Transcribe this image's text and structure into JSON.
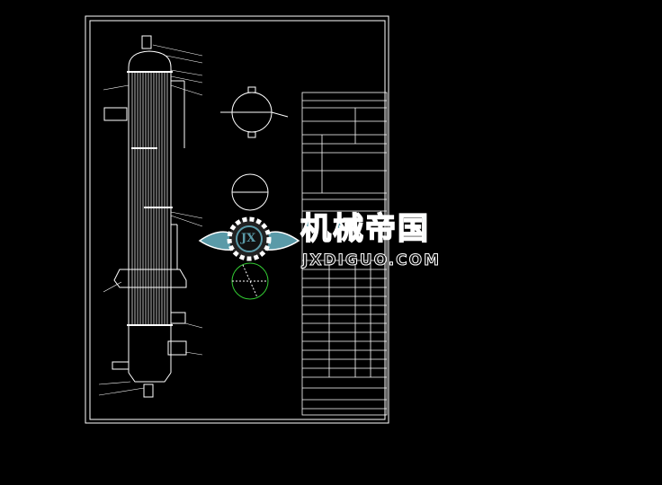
{
  "drawing": {
    "type": "cad-engineering-drawing",
    "background": "#000000",
    "line_color": "#ffffff"
  },
  "watermark": {
    "logo_text": "JX",
    "title": "机械帝国",
    "url": "JXDIGUO.COM",
    "color": "#5a9aa8"
  }
}
